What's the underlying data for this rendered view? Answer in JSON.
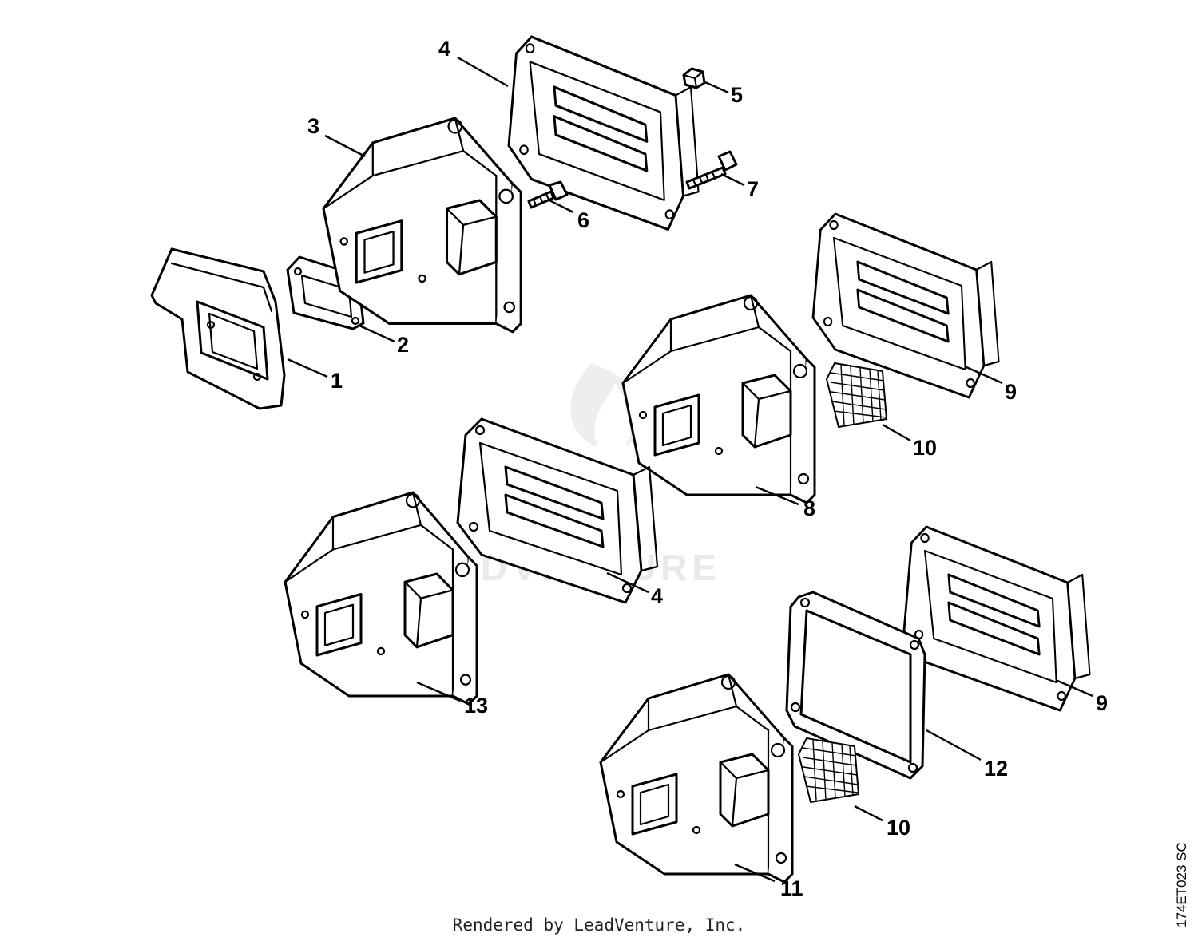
{
  "callouts": {
    "c1": "1",
    "c2": "2",
    "c3": "3",
    "c4a": "4",
    "c4b": "4",
    "c5": "5",
    "c6": "6",
    "c7": "7",
    "c8": "8",
    "c9a": "9",
    "c9b": "9",
    "c10a": "10",
    "c10b": "10",
    "c11": "11",
    "c12": "12",
    "c13": "13"
  },
  "watermark": "LEADVENTURE",
  "credit": "Rendered by LeadVenture, Inc.",
  "drawing_code": "174ET023 SC",
  "colors": {
    "ink": "#000000",
    "paper": "#ffffff",
    "watermark": "#cfcfcf"
  }
}
